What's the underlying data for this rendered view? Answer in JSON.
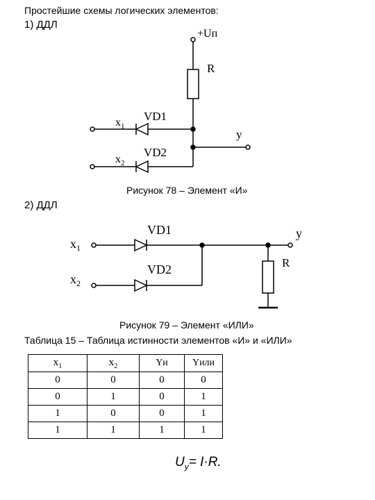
{
  "heading": "Простейшие схемы логических элементов:",
  "section1": {
    "label": "1)  ДДЛ"
  },
  "circuit1": {
    "power": "+Uп",
    "resistor": "R",
    "diode1": "VD1",
    "diode2": "VD2",
    "input1": "x",
    "input1_sub": "1",
    "input2": "x",
    "input2_sub": "2",
    "output": "y"
  },
  "caption1": "Рисунок 78 – Элемент «И»",
  "section2": {
    "label": "2) ДДЛ"
  },
  "circuit2": {
    "diode1": "VD1",
    "diode2": "VD2",
    "input1": "x",
    "input1_sub": "1",
    "input2": "x",
    "input2_sub": "2",
    "output": "y",
    "resistor": "R"
  },
  "caption2": "Рисунок 79 – Элемент «ИЛИ»",
  "table_title": "Таблица 15 – Таблица истинности элементов «И» и «ИЛИ»",
  "truth_table": {
    "headers": [
      {
        "main": "x",
        "sub": "1"
      },
      {
        "main": "x",
        "sub": "2"
      },
      {
        "main": "Yи",
        "sub": ""
      },
      {
        "main": "Yили",
        "sub": ""
      }
    ],
    "rows": [
      [
        "0",
        "0",
        "0",
        "0"
      ],
      [
        "0",
        "1",
        "0",
        "1"
      ],
      [
        "1",
        "0",
        "0",
        "1"
      ],
      [
        "1",
        "1",
        "1",
        "1"
      ]
    ]
  },
  "formula": {
    "lhs": "U",
    "lhs_sub": "y",
    "rhs": "= I·R."
  }
}
